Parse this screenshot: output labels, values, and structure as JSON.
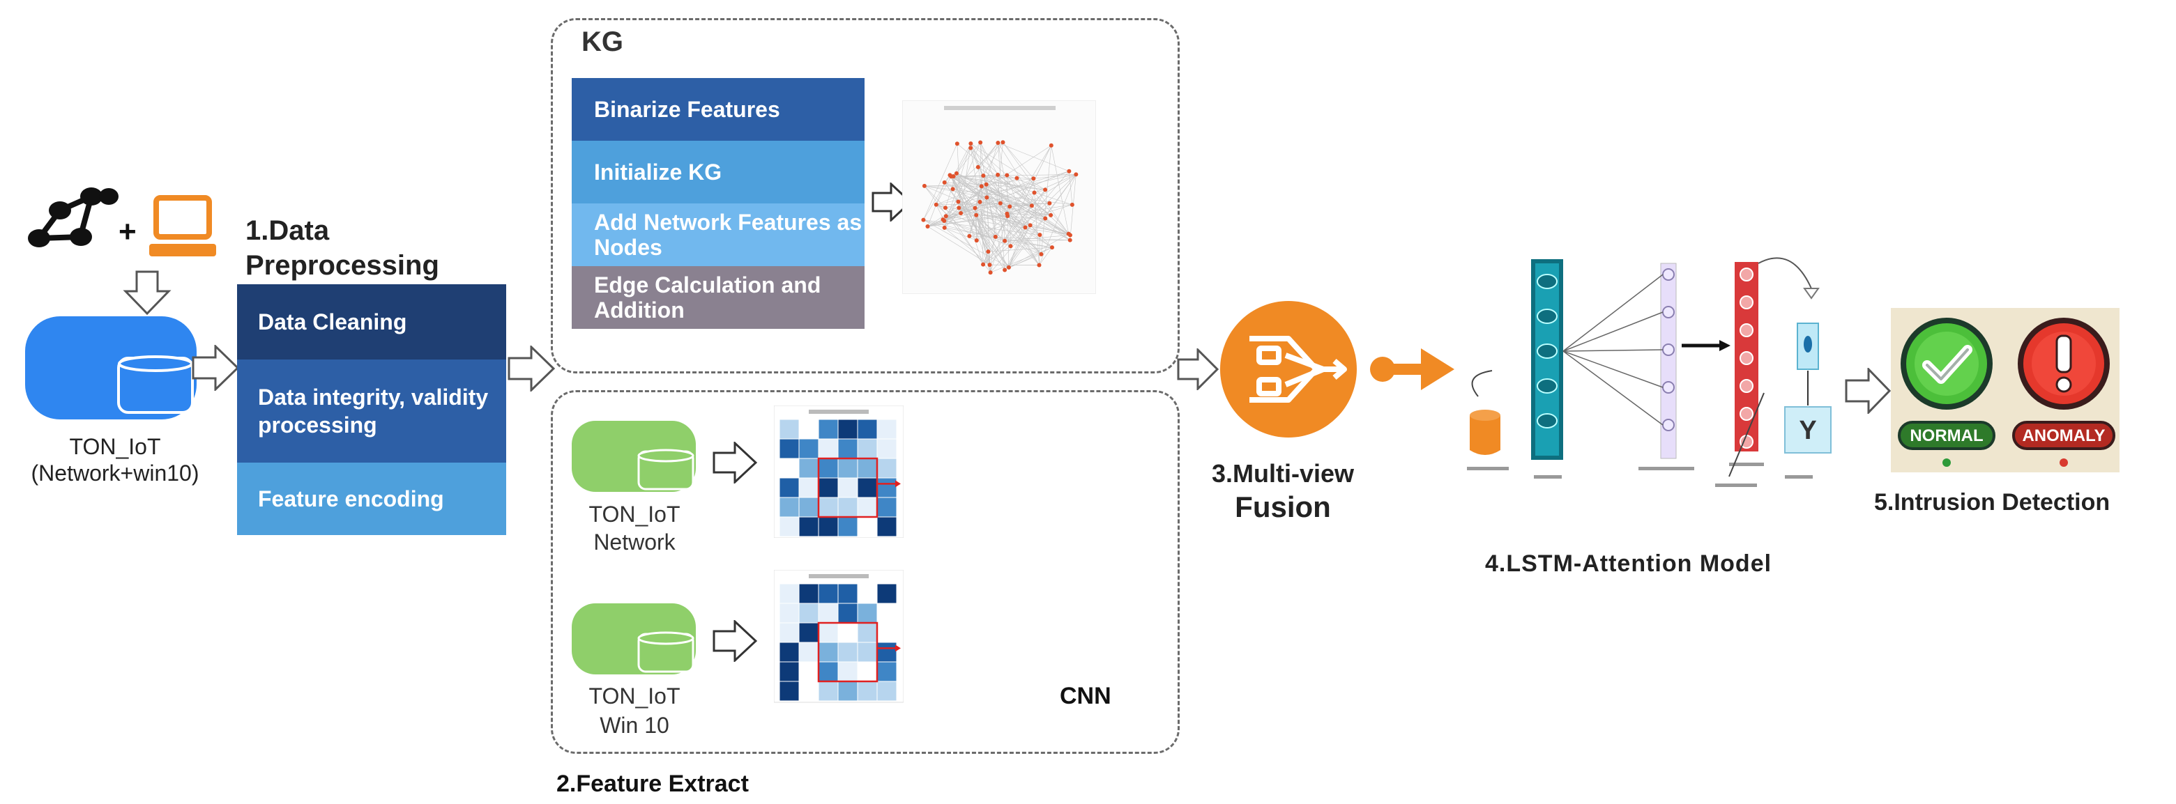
{
  "source": {
    "caption_line1": "TON_IoT",
    "caption_line2": "(Network+win10)",
    "plus": "+"
  },
  "preprocessing": {
    "title_line1": "1.Data",
    "title_line2": "Preprocessing",
    "steps": [
      "Data Cleaning",
      "Data integrity, validity processing",
      "Feature encoding"
    ],
    "colors": [
      "#1f3f73",
      "#2d5fa6",
      "#4ea0dc"
    ]
  },
  "kg": {
    "title": "KG",
    "steps": [
      "Binarize Features",
      "Initialize KG",
      "Add Network Features as Nodes",
      "Edge Calculation and Addition"
    ],
    "colors": [
      "#2d5fa6",
      "#4ea0dc",
      "#71b8ee",
      "#8a8190"
    ]
  },
  "cnn": {
    "title": "CNN",
    "datasets": [
      {
        "line1": "TON_IoT",
        "line2": "Network"
      },
      {
        "line1": "TON_IoT",
        "line2": "Win 10"
      }
    ]
  },
  "feature_extract": {
    "label": "2.Feature Extract"
  },
  "fusion": {
    "label_line1": "3.Multi-view",
    "label_line2": "Fusion",
    "color": "#f08a24"
  },
  "lstm": {
    "label": "4.LSTM-Attention Model",
    "output_symbol": "Y"
  },
  "detection": {
    "label": "5.Intrusion Detection",
    "normal": "NORMAL",
    "anomaly": "ANOMALY"
  }
}
